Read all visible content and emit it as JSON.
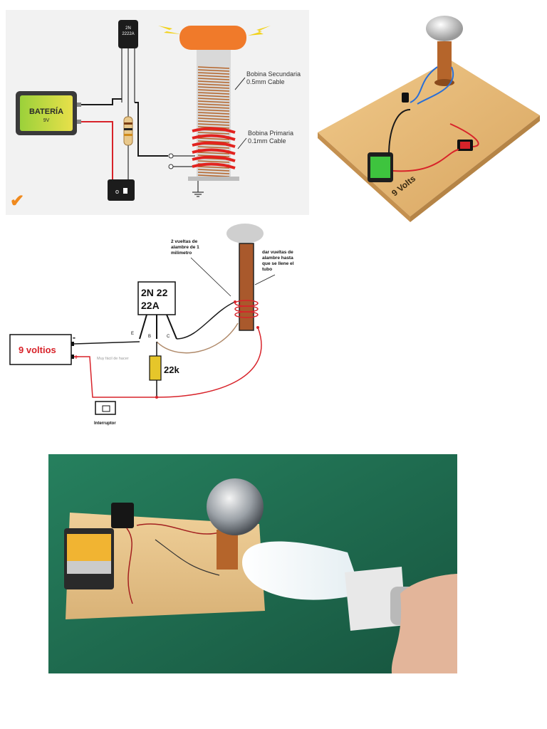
{
  "schematic_en": {
    "transistor_label_line1": "2N",
    "transistor_label_line2": "2222A",
    "battery_label": "BATERÍA",
    "battery_voltage": "9V",
    "secondary_coil_name": "Bobina Secundaria",
    "secondary_coil_spec": "0.5mm Cable",
    "primary_coil_name": "Bobina Primaria",
    "primary_coil_spec": "0.1mm Cable",
    "check_mark": "✔"
  },
  "render_3d": {
    "battery_label": "9 Volts"
  },
  "schematic_es": {
    "transistor_line1": "2N 22",
    "transistor_line2": "22A",
    "pin_e": "E",
    "pin_b": "B",
    "pin_c": "C",
    "battery_label": "9 voltios",
    "minus_sign": "-",
    "plus_sign": "+",
    "resistor_label": "22k",
    "switch_label": "Interruptor",
    "watermark": "Muy fácil de hacer",
    "note_primary_1": "2 vueltas de",
    "note_primary_2": "alambre  de 1",
    "note_primary_3": "milimetro",
    "note_secondary_1": "dar vueltas de",
    "note_secondary_2": "alambre hasta",
    "note_secondary_3": "que se llene el",
    "note_secondary_4": "tubo"
  },
  "colors": {
    "wire_red": "#d8232a",
    "wire_black": "#1a1a1a",
    "coil_copper": "#b5652b",
    "toroid_orange": "#f07a2a",
    "felt_green": "#1f6e52",
    "wood": "#e6b873"
  }
}
